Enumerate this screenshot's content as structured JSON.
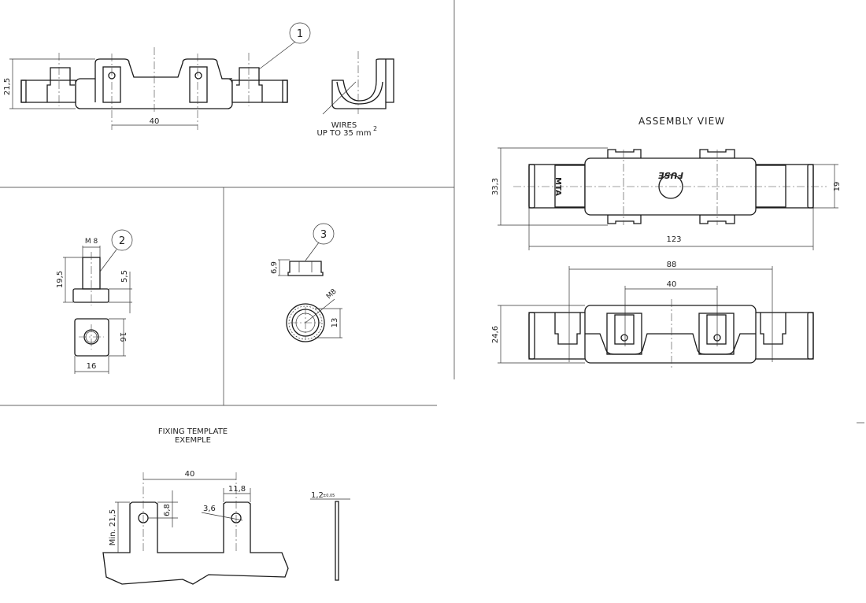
{
  "part1": {
    "balloon": "1",
    "dim_height": "21,5",
    "dim_spacing": "40",
    "note_line1": "WIRES",
    "note_line2": "UP TO 35 mm",
    "note_sup": "2"
  },
  "part2": {
    "balloon": "2",
    "thread": "M 8",
    "dim_height": "19,5",
    "dim_head": "5,5",
    "dim_width": "16",
    "dim_depth": "16"
  },
  "part3": {
    "balloon": "3",
    "dim_height": "6,9",
    "thread": "M8",
    "dim_diameter": "13"
  },
  "assembly": {
    "title": "ASSEMBLY VIEW",
    "fuse_label": "FUSE",
    "brand_logo": "MTA",
    "dim_height": "33,3",
    "dim_cap": "19",
    "dim_length": "123",
    "dim_span": "88",
    "dim_spacing": "40",
    "dim_side_height": "24,6"
  },
  "fixing": {
    "title_line1": "FIXING TEMPLATE",
    "title_line2": "EXEMPLE",
    "dim_spacing": "40",
    "dim_tab_width": "11,8",
    "dim_hole_pos": "6,8",
    "dim_hole": "3,6",
    "dim_min_height": "Min. 21,5",
    "dim_thickness": "1,2",
    "dim_tolerance": "±0,05"
  }
}
